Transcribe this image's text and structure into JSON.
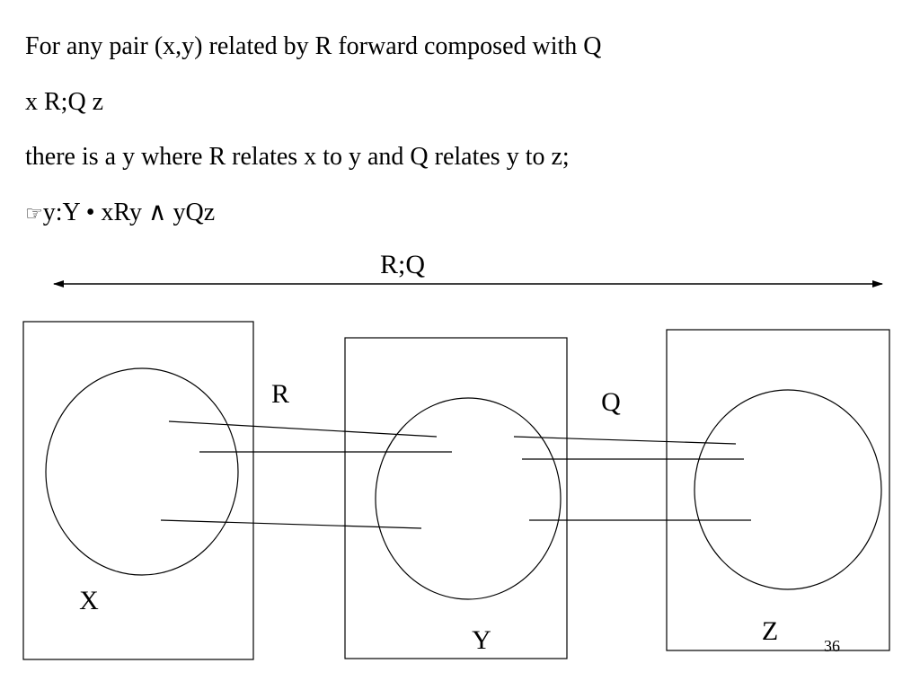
{
  "text": {
    "line1": "For any pair (x,y) related by R forward composed with Q",
    "line2": "x R;Q z",
    "line3": "there is a y where R relates x to y and Q relates y to z;",
    "line4_bullet": "☞",
    "line4": "y:Y • xRy ∧  yQz"
  },
  "diagram": {
    "arrow_label": "R;Q",
    "set_x_label": "X",
    "set_y_label": "Y",
    "set_z_label": "Z",
    "relation_r_label": "R",
    "relation_q_label": "Q"
  },
  "page_number": "36"
}
